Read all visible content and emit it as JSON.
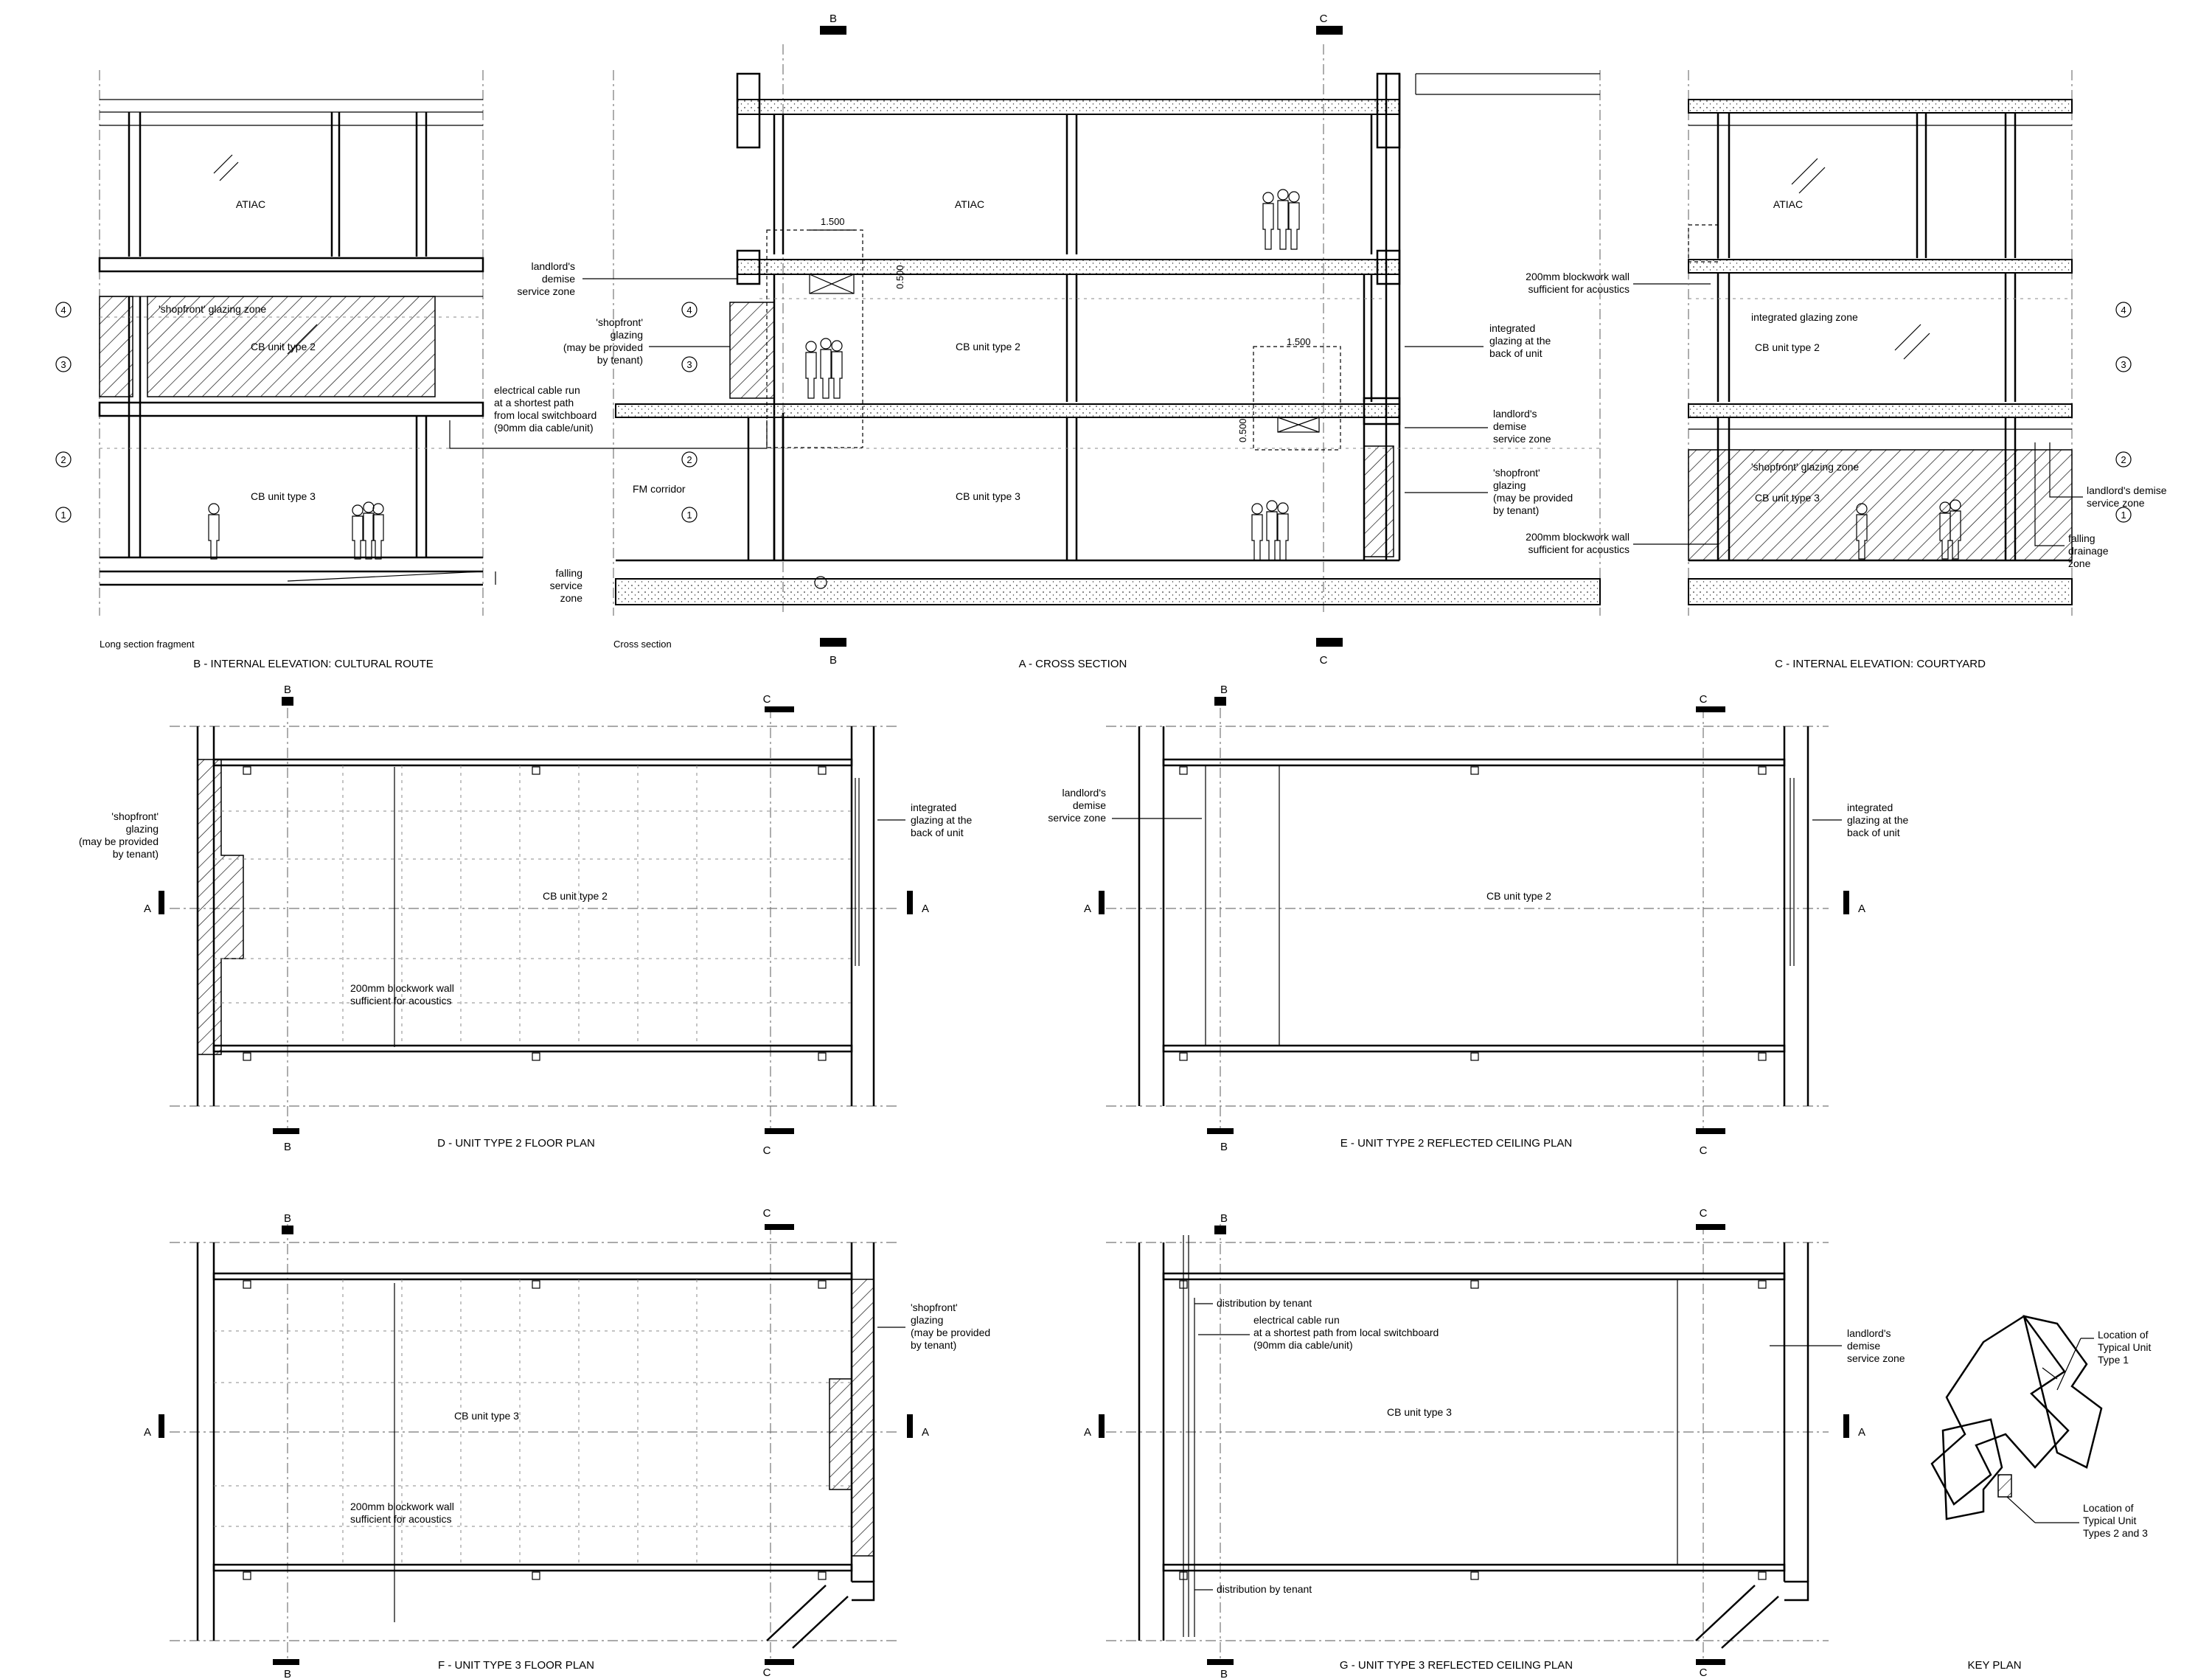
{
  "sheet": {
    "top": {
      "b_long_section": {
        "caption": "B - INTERNAL ELEVATION: CULTURAL ROUTE",
        "sublabel": "Long section fragment",
        "labels": {
          "atiac": "ATIAC",
          "shopfront_zone": "'shopfront' glazing zone",
          "unit2": "CB unit type 2",
          "unit3": "CB unit type 3"
        },
        "grid_markers": [
          "4",
          "3",
          "2",
          "1"
        ]
      },
      "a_cross_section": {
        "caption": "A - CROSS SECTION",
        "sublabel": "Cross section",
        "labels": {
          "atiac": "ATIAC",
          "unit2": "CB unit type 2",
          "unit3": "CB unit type 3",
          "fm_corridor": "FM corridor",
          "dim_1": "1.500",
          "dim_2": "0.500",
          "dim_3": "1.500",
          "dim_4": "0.500",
          "marker_b": "B",
          "marker_c": "C"
        },
        "grid_markers": [
          "4",
          "3",
          "2",
          "1"
        ],
        "annotations": {
          "landlords_demise": [
            "landlord's",
            "demise",
            "service zone"
          ],
          "shopfront_glazing": [
            "'shopfront'",
            "glazing",
            "(may be provided",
            "by tenant)"
          ],
          "electrical_cable": [
            "electrical cable run",
            "at a shortest path",
            "from local switchboard",
            "(90mm dia cable/unit)"
          ],
          "falling_service": [
            "falling",
            "service",
            "zone"
          ],
          "integrated_glazing": [
            "integrated",
            "glazing at the",
            "back of unit"
          ],
          "landlords_demise_right": [
            "landlord's",
            "demise",
            "service zone"
          ],
          "shopfront_glazing_right": [
            "'shopfront'",
            "glazing",
            "(may be provided",
            "by tenant)"
          ],
          "blockwork_top": [
            "200mm blockwork wall",
            "sufficient for acoustics"
          ],
          "blockwork_bottom": [
            "200mm blockwork wall",
            "sufficient for acoustics"
          ]
        }
      },
      "c_courtyard": {
        "caption": "C - INTERNAL ELEVATION: COURTYARD",
        "labels": {
          "atiac": "ATIAC",
          "integrated_zone": "integrated glazing zone",
          "unit2": "CB unit type 2",
          "shopfront_zone": "'shopfront' glazing zone",
          "unit3": "CB unit type 3"
        },
        "grid_markers": [
          "4",
          "3",
          "2",
          "1"
        ],
        "annotations": {
          "landlords_demise": [
            "landlord's demise",
            "service zone"
          ],
          "falling_drainage": [
            "falling",
            "drainage",
            "zone"
          ]
        }
      }
    },
    "plans": {
      "d": {
        "caption": "D - UNIT TYPE 2 FLOOR PLAN",
        "unit": "CB unit type 2",
        "wall_note": [
          "200mm blockwork wall",
          "sufficient for acoustics"
        ],
        "left_note": [
          "'shopfront'",
          "glazing",
          "(may be provided",
          "by tenant)"
        ],
        "right_note": [
          "integrated",
          "glazing at the",
          "back of unit"
        ],
        "markers": {
          "b": "B",
          "c": "C",
          "a": "A"
        }
      },
      "e": {
        "caption": "E - UNIT TYPE 2 REFLECTED CEILING PLAN",
        "unit": "CB unit type 2",
        "left_note": [
          "landlord's",
          "demise",
          "service zone"
        ],
        "right_note": [
          "integrated",
          "glazing at the",
          "back of unit"
        ],
        "markers": {
          "b": "B",
          "c": "C",
          "a": "A"
        }
      },
      "f": {
        "caption": "F - UNIT TYPE 3 FLOOR PLAN",
        "unit": "CB unit type 3",
        "wall_note": [
          "200mm blockwork wall",
          "sufficient for acoustics"
        ],
        "right_note": [
          "'shopfront'",
          "glazing",
          "(may be provided",
          "by tenant)"
        ],
        "markers": {
          "b": "B",
          "c": "C",
          "a": "A"
        }
      },
      "g": {
        "caption": "G - UNIT TYPE 3 REFLECTED CEILING PLAN",
        "unit": "CB unit type 3",
        "dist_top": "distribution by tenant",
        "dist_bottom": "distribution by tenant",
        "cable_note": [
          "electrical cable run",
          "at a shortest path from local switchboard",
          "(90mm dia cable/unit)"
        ],
        "right_note": [
          "landlord's",
          "demise",
          "service zone"
        ],
        "markers": {
          "b": "B",
          "c": "C",
          "a": "A"
        }
      }
    },
    "key_plan": {
      "caption": "KEY PLAN",
      "note_type1": [
        "Location of",
        "Typical Unit",
        "Type 1"
      ],
      "note_type23": [
        "Location of",
        "Typical Unit",
        "Types 2 and 3"
      ]
    }
  }
}
